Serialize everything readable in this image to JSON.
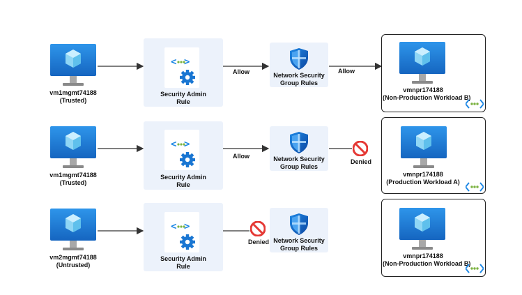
{
  "rows": [
    {
      "source": {
        "name": "vm1mgmt74188",
        "tag": "(Trusted)"
      },
      "admin_rule": {
        "line1": "Security Admin",
        "line2": "Rule"
      },
      "nsg": {
        "line1": "Network Security",
        "line2": "Group Rules"
      },
      "edge_admin_to_nsg": "Allow",
      "edge_nsg_to_target": "Allow",
      "target": {
        "name": "vmnpr174188",
        "tag": "(Non-Production Workload B)"
      }
    },
    {
      "source": {
        "name": "vm1mgmt74188",
        "tag": "(Trusted)"
      },
      "admin_rule": {
        "line1": "Security Admin",
        "line2": "Rule"
      },
      "nsg": {
        "line1": "Network Security",
        "line2": "Group Rules"
      },
      "edge_admin_to_nsg": "Allow",
      "denied_label": "Denied",
      "target": {
        "name": "vmnpr174188",
        "tag": "(Production Workload A)"
      }
    },
    {
      "source": {
        "name": "vm2mgmt74188",
        "tag": "(Untrusted)"
      },
      "admin_rule": {
        "line1": "Security Admin",
        "line2": "Rule"
      },
      "nsg": {
        "line1": "Network Security",
        "line2": "Group Rules"
      },
      "denied_label": "Denied",
      "target": {
        "name": "vmnpr174188",
        "tag": "(Non-Production Workload B)"
      }
    }
  ],
  "icons": {
    "vm": "virtual-machine-icon",
    "admin_rule": "network-manager-icon",
    "nsg": "shield-icon",
    "denied": "no-entry-icon",
    "vnet": "virtual-network-icon"
  },
  "colors": {
    "vm_screen": "#1e88e5",
    "vm_stand": "#9e9e9e",
    "panel_bg": "#ecf2fb",
    "shield": "#1565c0",
    "gear": "#1976d2",
    "denied": "#e53935",
    "vnet_dots": "#7cb342",
    "arrow": "#333333"
  }
}
